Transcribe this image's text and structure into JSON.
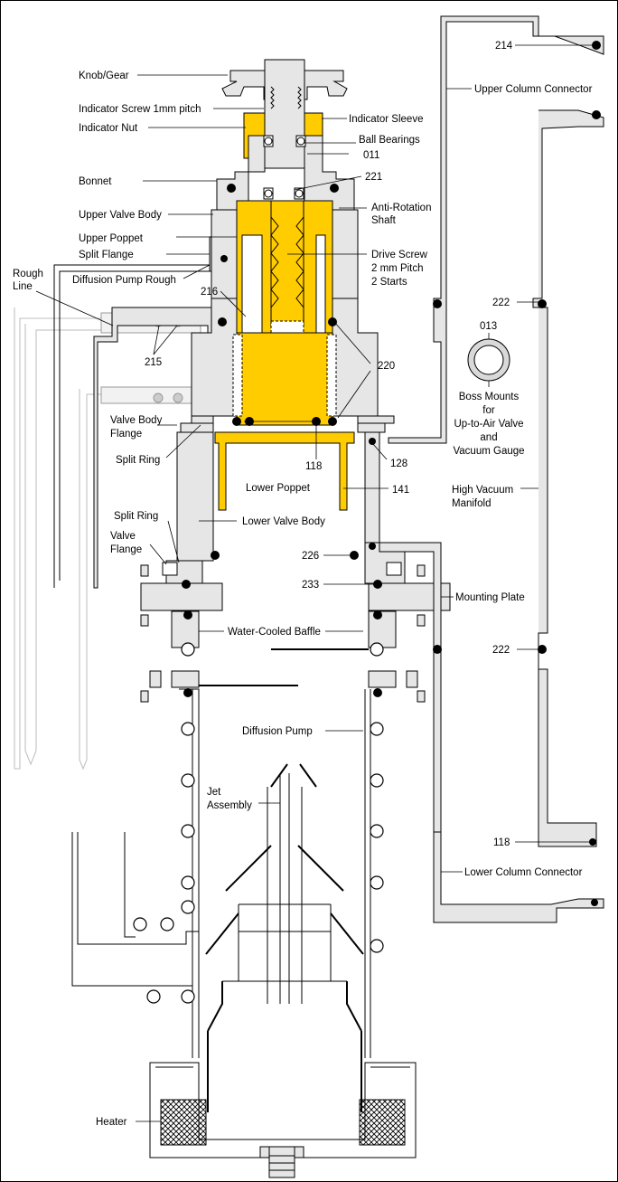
{
  "labels": {
    "knob_gear": "Knob/Gear",
    "indicator_screw": "Indicator Screw 1mm pitch",
    "indicator_nut": "Indicator Nut",
    "indicator_sleeve": "Indicator Sleeve",
    "ball_bearings": "Ball Bearings",
    "n011": "011",
    "bonnet": "Bonnet",
    "n221": "221",
    "upper_valve_body": "Upper Valve Body",
    "anti_rotation_1": "Anti-Rotation",
    "anti_rotation_2": "Shaft",
    "upper_poppet": "Upper Poppet",
    "split_flange": "Split Flange",
    "drive_screw_1": "Drive Screw",
    "drive_screw_2": "2 mm Pitch",
    "drive_screw_3": "2 Starts",
    "diffusion_pump_rough": "Diffusion Pump Rough",
    "rough_line_1": "Rough",
    "rough_line_2": "Line",
    "n216": "216",
    "n215": "215",
    "n220": "220",
    "valve_body_flange_1": "Valve Body",
    "valve_body_flange_2": "Flange",
    "split_ring_upper": "Split Ring",
    "n118_mid": "118",
    "n128": "128",
    "lower_poppet": "Lower Poppet",
    "n141": "141",
    "split_ring_lower": "Split Ring",
    "valve_flange_1": "Valve",
    "valve_flange_2": "Flange",
    "lower_valve_body": "Lower Valve Body",
    "n226": "226",
    "n233": "233",
    "mounting_plate": "Mounting Plate",
    "water_cooled_baffle": "Water-Cooled Baffle",
    "diffusion_pump": "Diffusion Pump",
    "jet_assembly_1": "Jet",
    "jet_assembly_2": "Assembly",
    "heater": "Heater",
    "n214": "214",
    "upper_column_connector": "Upper Column Connector",
    "n222_upper": "222",
    "n013": "013",
    "boss_1": "Boss Mounts",
    "boss_2": "for",
    "boss_3": "Up-to-Air Valve",
    "boss_4": "and",
    "boss_5": "Vacuum Gauge",
    "high_vacuum_1": "High Vacuum",
    "high_vacuum_2": "Manifold",
    "n222_lower": "222",
    "n118_lower": "118",
    "lower_column_connector": "Lower Column Connector"
  },
  "colors": {
    "brass": "#ffcc00",
    "metal": "#e6e6e6",
    "oring": "#000000"
  }
}
